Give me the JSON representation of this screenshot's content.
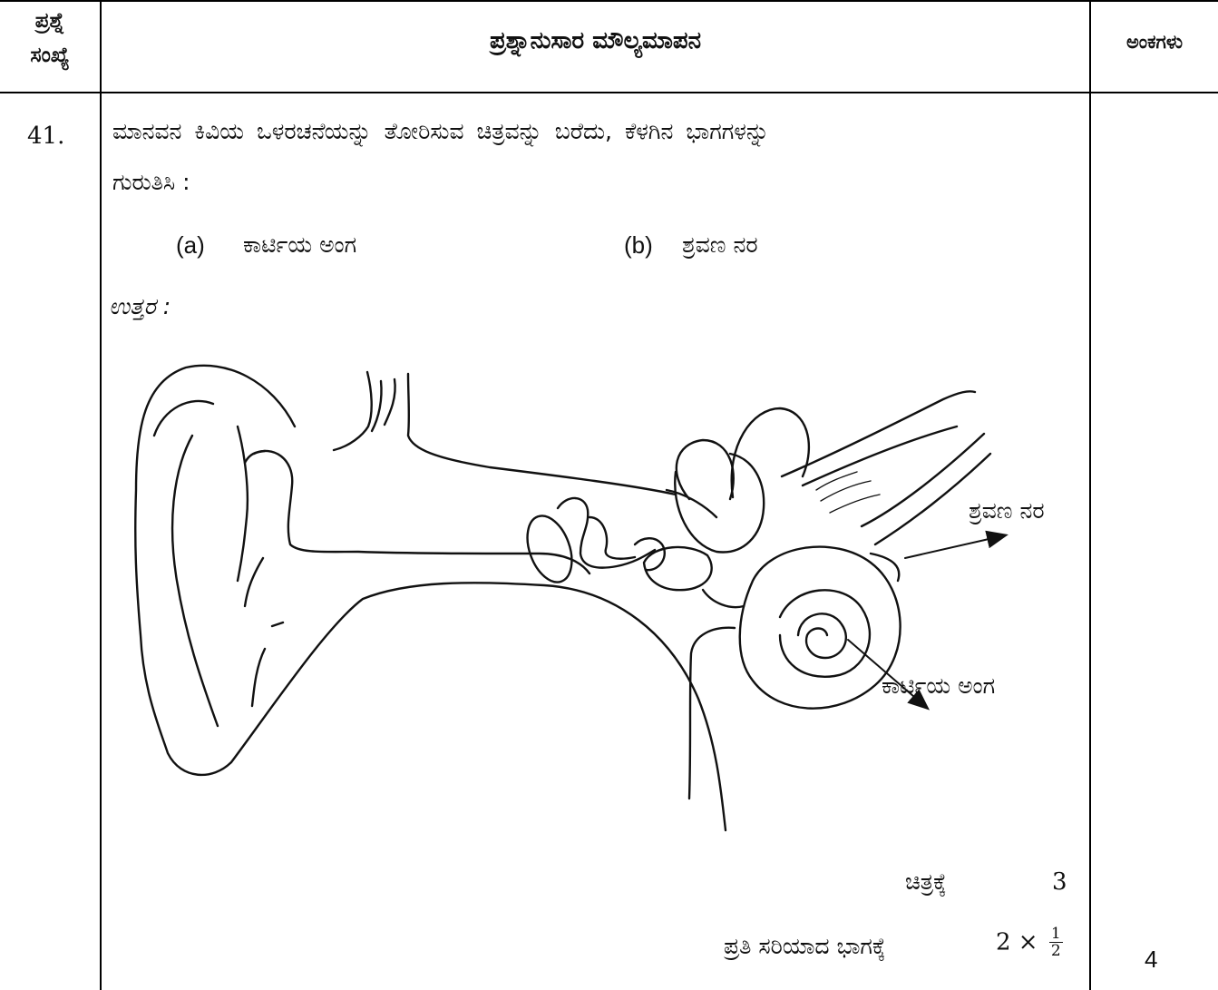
{
  "header": {
    "col1_line1": "ಪ್ರಶ್ನೆ",
    "col1_line2": "ಸಂಖ್ಯೆ",
    "col2": "ಪ್ರಶ್ನಾನುಸಾರ ಮೌಲ್ಯಮಾಪನ",
    "col3": "ಅಂಕಗಳು"
  },
  "question": {
    "number": "41.",
    "text_line1": "ಮಾನವನ ಕಿವಿಯ ಒಳರಚನೆಯನ್ನು ತೋರಿಸುವ ಚಿತ್ರವನ್ನು ಬರೆದು, ಕೆಳಗಿನ ಭಾಗಗಳನ್ನು",
    "text_line2": "ಗುರುತಿಸಿ :",
    "part_a_label": "(a)",
    "part_a_text": "ಕಾರ್ಟಿಯ ಅಂಗ",
    "part_b_label": "(b)",
    "part_b_text": "ಶ್ರವಣ ನರ"
  },
  "answer": {
    "label": "ಉತ್ತರ :",
    "diagram": {
      "label_nerve": "ಶ್ರವಣ ನರ",
      "label_corti": "ಕಾರ್ಟಿಯ ಅಂಗ"
    }
  },
  "scoring": {
    "diagram_label": "ಚಿತ್ರಕ್ಕೆ",
    "diagram_marks": "3",
    "parts_label": "ಪ್ರತಿ ಸರಿಯಾದ ಭಾಗಕ್ಕೆ",
    "parts_multiplier": "2 ×",
    "frac_num": "1",
    "frac_den": "2",
    "total": "4"
  }
}
